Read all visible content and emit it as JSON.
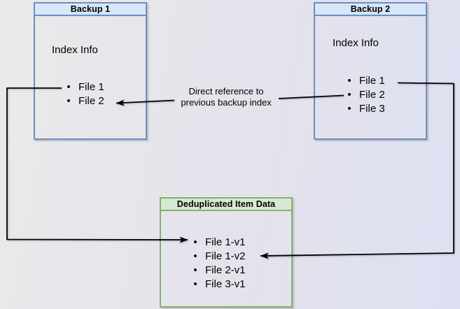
{
  "diagram": {
    "colors": {
      "blue_border": "#6c8ebf",
      "blue_header_fill": "#d7e6f8",
      "green_border": "#82b366",
      "green_header_fill": "#d6e8d3",
      "connector": "#000000",
      "bg_start": "#eae9ea",
      "bg_end": "#dee0f2"
    },
    "backup1": {
      "title": "Backup 1",
      "section_label": "Index Info",
      "items": [
        "File 1",
        "File 2"
      ]
    },
    "backup2": {
      "title": "Backup 2",
      "section_label": "Index Info",
      "items": [
        "File 1",
        "File 2",
        "File 3"
      ]
    },
    "dedup": {
      "title": "Deduplicated Item Data",
      "items": [
        "File 1-v1",
        "File 1-v2",
        "File 2-v1",
        "File 3-v1"
      ]
    },
    "edge_label": {
      "line1": "Direct reference to",
      "line2": "previous backup index"
    }
  }
}
